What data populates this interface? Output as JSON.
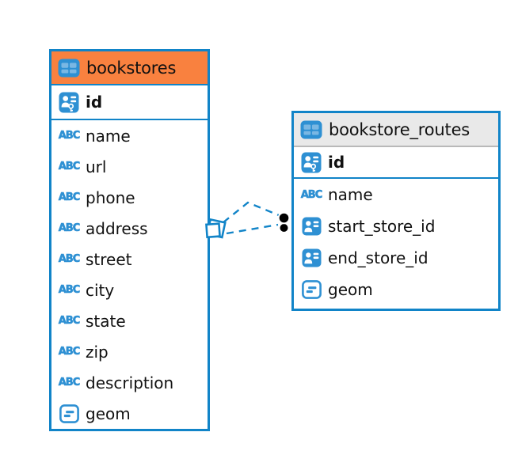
{
  "app": {
    "view": "er-diagram"
  },
  "colors": {
    "accent_blue": "#1184c8",
    "icon_blue": "#2e90d3",
    "icon_cell_blue": "#7ab7e3",
    "selected_header_orange": "#f9813f",
    "header_gray": "#e9e9e9",
    "header_gray_border": "#b9b9b9",
    "text_black": "#111111",
    "endpoint_black": "#000000"
  },
  "diagram": {
    "tables": [
      {
        "id": "bookstores",
        "name": "bookstores",
        "selected": true,
        "header_icon": "table-icon",
        "columns": [
          {
            "name": "id",
            "icon": "primary-key-icon",
            "primary": true
          },
          {
            "name": "name",
            "icon": "text-type-icon"
          },
          {
            "name": "url",
            "icon": "text-type-icon"
          },
          {
            "name": "phone",
            "icon": "text-type-icon"
          },
          {
            "name": "address",
            "icon": "text-type-icon"
          },
          {
            "name": "street",
            "icon": "text-type-icon"
          },
          {
            "name": "city",
            "icon": "text-type-icon"
          },
          {
            "name": "state",
            "icon": "text-type-icon"
          },
          {
            "name": "zip",
            "icon": "text-type-icon"
          },
          {
            "name": "description",
            "icon": "text-type-icon"
          },
          {
            "name": "geom",
            "icon": "geometry-type-icon"
          }
        ]
      },
      {
        "id": "bookstore_routes",
        "name": "bookstore_routes",
        "selected": false,
        "header_icon": "table-icon",
        "columns": [
          {
            "name": "id",
            "icon": "primary-key-icon",
            "primary": true
          },
          {
            "name": "name",
            "icon": "text-type-icon"
          },
          {
            "name": "start_store_id",
            "icon": "reference-type-icon"
          },
          {
            "name": "end_store_id",
            "icon": "reference-type-icon"
          },
          {
            "name": "geom",
            "icon": "geometry-type-icon"
          }
        ]
      }
    ],
    "relationship": {
      "from_table": "bookstores",
      "to_table": "bookstore_routes",
      "line_style": "dashed",
      "from_decoration": "overlapping-squares",
      "to_decoration": "double-dot"
    }
  }
}
